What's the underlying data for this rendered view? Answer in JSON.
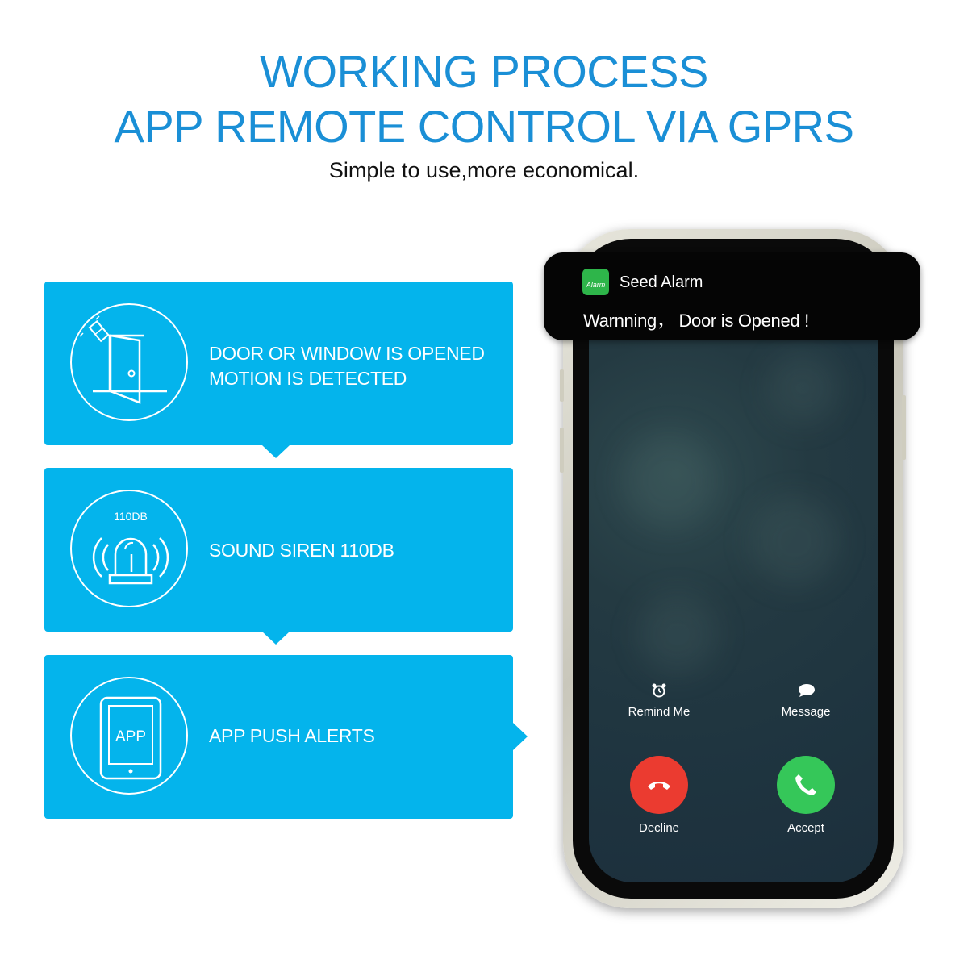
{
  "header": {
    "title_line1": "WORKING PROCESS",
    "title_line2": "APP REMOTE CONTROL VIA GPRS",
    "subtitle": "Simple to use,more economical."
  },
  "steps": [
    {
      "line1": "DOOR OR WINDOW IS OPENED",
      "line2": "MOTION IS DETECTED",
      "icon": "door-sensor-icon"
    },
    {
      "line1": "SOUND SIREN 110DB",
      "badge": "110DB",
      "icon": "siren-icon"
    },
    {
      "line1": "APP PUSH ALERTS",
      "badge": "APP",
      "icon": "tablet-app-icon"
    }
  ],
  "notification": {
    "app_icon_text": "Alarm",
    "app_name": "Seed Alarm",
    "message": "Warnning， Door is Opened !"
  },
  "call": {
    "remind_label": "Remind Me",
    "message_label": "Message",
    "decline_label": "Decline",
    "accept_label": "Accept"
  },
  "colors": {
    "title_blue": "#1a8fd6",
    "box_blue": "#04b4ec",
    "decline_red": "#eb3b30",
    "accept_green": "#35c759"
  }
}
